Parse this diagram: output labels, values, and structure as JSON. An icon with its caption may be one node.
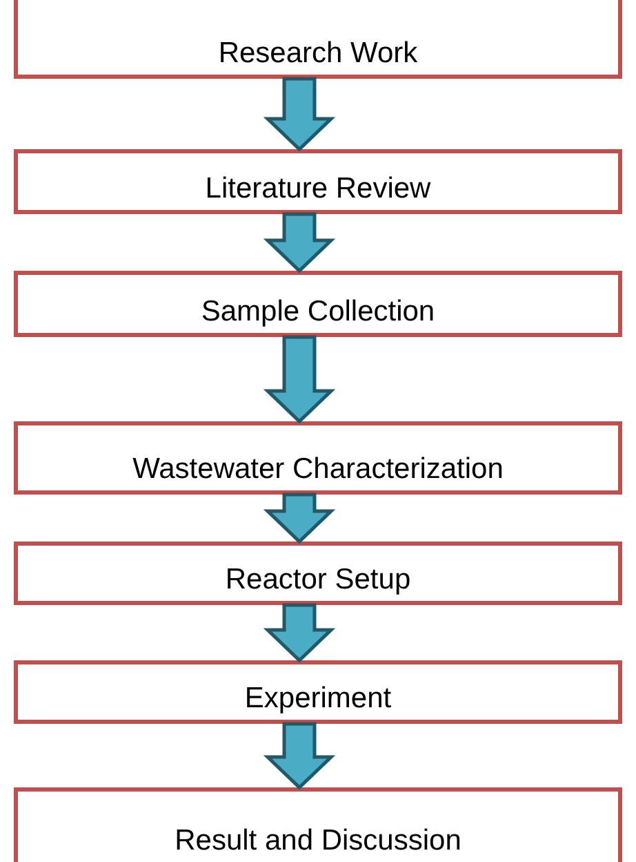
{
  "diagram": {
    "nodes": [
      {
        "text": [
          "Research Work"
        ]
      },
      {
        "text": [
          "Literature Review"
        ]
      },
      {
        "text": [
          "Sample Collection"
        ]
      },
      {
        "text": [
          "Wastewater Characterization"
        ]
      },
      {
        "text": [
          "Reactor Setup"
        ]
      },
      {
        "text": [
          "Experiment"
        ]
      },
      {
        "text": [
          "Result and Discussion"
        ]
      }
    ],
    "edges": [
      {
        "from": 0,
        "to": 1,
        "arrow": "to"
      },
      {
        "from": 1,
        "to": 2,
        "arrow": "to"
      },
      {
        "from": 2,
        "to": 3,
        "arrow": "to"
      },
      {
        "from": 3,
        "to": 4,
        "arrow": "to"
      },
      {
        "from": 4,
        "to": 5,
        "arrow": "to"
      },
      {
        "from": 5,
        "to": 6,
        "arrow": "to"
      }
    ]
  }
}
